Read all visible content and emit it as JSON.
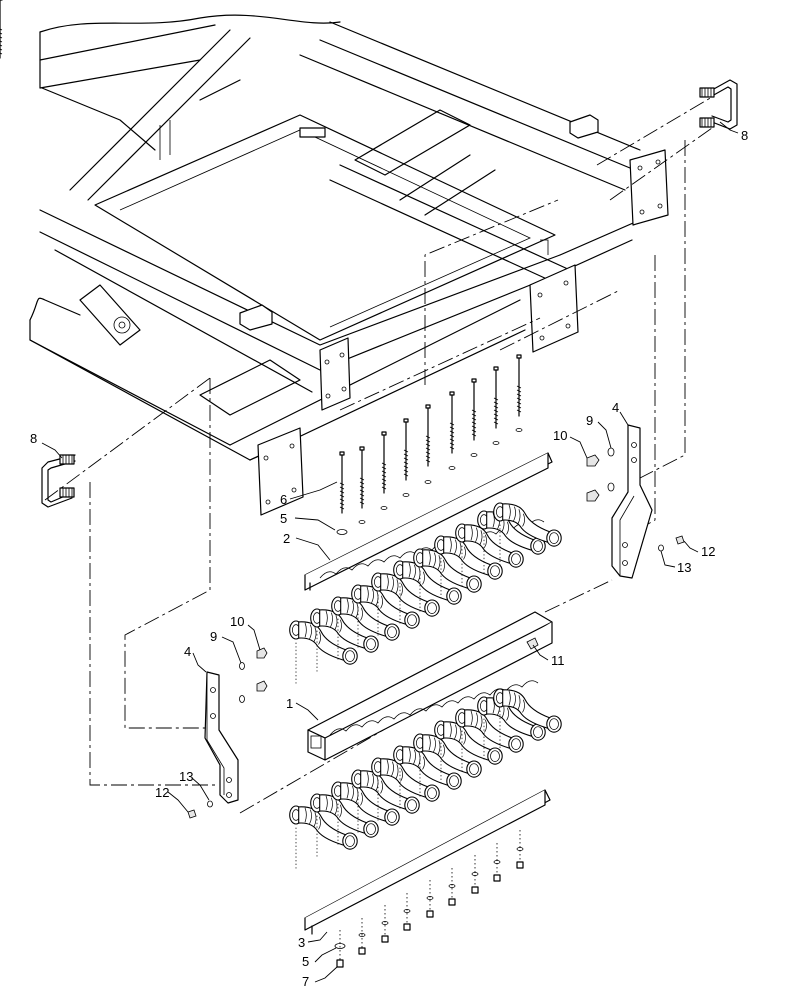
{
  "callouts": [
    {
      "id": "c8a",
      "label": "8"
    },
    {
      "id": "c8b",
      "label": "8"
    },
    {
      "id": "c4r",
      "label": "4"
    },
    {
      "id": "c9r",
      "label": "9"
    },
    {
      "id": "c10r",
      "label": "10"
    },
    {
      "id": "c12r",
      "label": "12"
    },
    {
      "id": "c13r",
      "label": "13"
    },
    {
      "id": "c6",
      "label": "6"
    },
    {
      "id": "c5a",
      "label": "5"
    },
    {
      "id": "c2",
      "label": "2"
    },
    {
      "id": "c10l",
      "label": "10"
    },
    {
      "id": "c9l",
      "label": "9"
    },
    {
      "id": "c4l",
      "label": "4"
    },
    {
      "id": "c11",
      "label": "11"
    },
    {
      "id": "c1",
      "label": "1"
    },
    {
      "id": "c13l",
      "label": "13"
    },
    {
      "id": "c12l",
      "label": "12"
    },
    {
      "id": "c3",
      "label": "3"
    },
    {
      "id": "c5b",
      "label": "5"
    },
    {
      "id": "c7",
      "label": "7"
    }
  ]
}
